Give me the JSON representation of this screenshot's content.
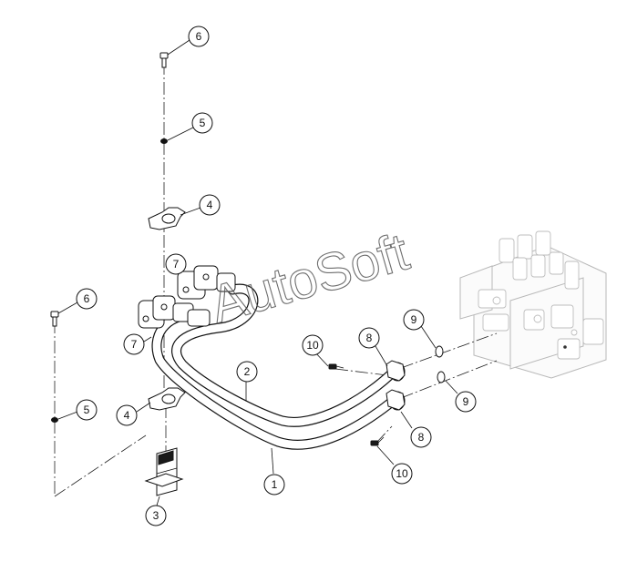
{
  "watermark": "AutoSoft",
  "callouts": [
    {
      "id": "c1",
      "label": "1"
    },
    {
      "id": "c2",
      "label": "2"
    },
    {
      "id": "c3",
      "label": "3"
    },
    {
      "id": "c4a",
      "label": "4"
    },
    {
      "id": "c4b",
      "label": "4"
    },
    {
      "id": "c5a",
      "label": "5"
    },
    {
      "id": "c5b",
      "label": "5"
    },
    {
      "id": "c6a",
      "label": "6"
    },
    {
      "id": "c6b",
      "label": "6"
    },
    {
      "id": "c7a",
      "label": "7"
    },
    {
      "id": "c7b",
      "label": "7"
    },
    {
      "id": "c8a",
      "label": "8"
    },
    {
      "id": "c8b",
      "label": "8"
    },
    {
      "id": "c9a",
      "label": "9"
    },
    {
      "id": "c9b",
      "label": "9"
    },
    {
      "id": "c10a",
      "label": "10"
    },
    {
      "id": "c10b",
      "label": "10"
    }
  ]
}
